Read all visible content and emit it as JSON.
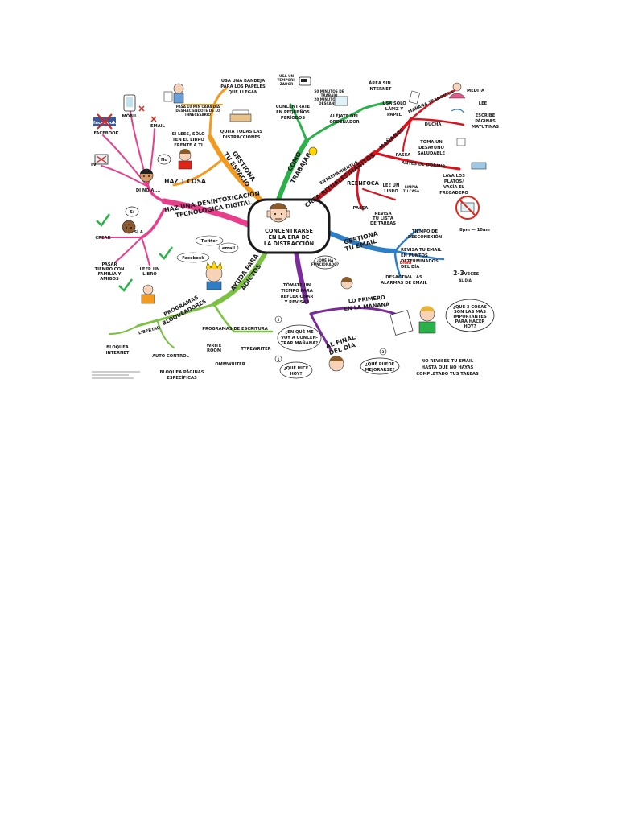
{
  "colors": {
    "pink": "#e83e8c",
    "orange": "#f39a1e",
    "green": "#2bb14a",
    "red": "#d7141e",
    "blue": "#2f7dc4",
    "purple": "#7b2a9a",
    "lime": "#7cc242",
    "check": "#2bb14a",
    "cross": "#e2231a"
  },
  "center": {
    "line1": "CONCENTRARSE",
    "line2": "EN LA ERA DE",
    "line3": "LA DISTRACCIÓN"
  },
  "pink": {
    "branch_line1": "HAZ UNA DESINTOXICACIÓN",
    "branch_line2": "TECNOLÓGICA DIGITAL",
    "no_label": "DI NO A ...",
    "no_bubble": "No",
    "facebook_logo": "facebook",
    "facebook": "FACEBOOK",
    "movil": "MÓBIL",
    "email": "EMAIL",
    "tv": "TV",
    "si_label": "DI SÍ A ...",
    "si_bubble": "Sí",
    "crear": "CREAR",
    "pasar_line1": "PASAR",
    "pasar_line2": "TIEMPO CON",
    "pasar_line3": "FAMILIA Y",
    "pasar_line4": "AMIGOS",
    "leer_line1": "LEER UN",
    "leer_line2": "LIBRO"
  },
  "orange": {
    "branch_line1": "GESTIONA",
    "branch_line2": "TU ESPACIO",
    "pasa_line1": "PASA 10 MIN CADA DÍA",
    "pasa_line2": "DESHACIÉNDOTE DE LO",
    "pasa_line3": "INNECESARIO",
    "bandeja_line1": "USA UNA BANDEJA",
    "bandeja_line2": "PARA LOS PAPELES",
    "bandeja_line3": "QUE LLEGAN",
    "quita_line1": "QUITA TODAS LAS",
    "quita_line2": "DISTRACCIONES",
    "silees_line1": "SI LEES, SÓLO",
    "silees_line2": "TEN EL LIBRO",
    "silees_line3": "FRENTE A TI",
    "haz1": "HAZ 1 COSA"
  },
  "green": {
    "branch_line1": "CÓMO",
    "branch_line2": "TRABAJAR",
    "timer_line1": "USA UN",
    "timer_line2": "TEMPORI-",
    "timer_line3": "ZADOR",
    "min_line1": "50 MINUTOS DE",
    "min_line2": "TRABAJO",
    "min_line3": "20 MINUTOS DE",
    "min_line4": "DESCANSO",
    "conc_line1": "CONCÉNTRATE",
    "conc_line2": "EN PEQUEÑOS",
    "conc_line3": "PERÍODOS",
    "area_line1": "ÁREA SIN",
    "area_line2": "INTERNET",
    "lapiz_line1": "USA SÓLO",
    "lapiz_line2": "LÁPIZ Y",
    "lapiz_line3": "PAPEL",
    "alejate_line1": "ALÉJATE DEL",
    "alejate_line2": "ORDENADOR"
  },
  "red": {
    "branch": "CREA RITUALES/HÁBITOS",
    "mananas": "MAÑANAS",
    "manana_tranquila": "MAÑANA TRANQUILA",
    "medita": "MEDITA",
    "lee": "LEE",
    "escribe_line1": "ESCRIBE",
    "escribe_line2": "PÁGINAS",
    "escribe_line3": "MATUTINAS",
    "ducha": "DUCHA",
    "pasea": "PASEA",
    "toma_line1": "TOMA UN",
    "toma_line2": "DESAYUNO",
    "toma_line3": "SALUDABLE",
    "antes": "ANTES DE DORMIR",
    "lava_line1": "LAVA LOS",
    "lava_line2": "PLATOS/",
    "lava_line3": "VACÍA EL",
    "lava_line4": "FREGADERO",
    "entrenamientos": "ENTRENAMIENTOS",
    "reenfoca": "REENFOCA",
    "leelibro_line1": "LEE UN",
    "leelibro_line2": "LIBRO",
    "limpia_line1": "LIMPIA",
    "limpia_line2": "TU CASA",
    "pasea2": "PASEA",
    "revisa_line1": "REVISA",
    "revisa_line2": "TU LISTA",
    "revisa_line3": "DE TAREAS"
  },
  "blue": {
    "branch_line1": "GESTIONA",
    "branch_line2": "TU EMAIL",
    "tiempo_line1": "TIEMPO DE",
    "tiempo_line2": "DESCONEXIÓN",
    "hours": "8pm — 10am",
    "revisa_line1": "REVISA TU EMAIL",
    "revisa_line2": "EN PUNTOS",
    "revisa_line3": "DETERMINADOS",
    "revisa_line4": "DEL DÍA",
    "veces_line1": "2-3",
    "veces_line2": "VECES",
    "veces_line3": "AL DÍA",
    "ding": "DING",
    "desactiva_line1": "DESACTIVA LAS",
    "desactiva_line2": "ALARMAS DE EMAIL"
  },
  "purple": {
    "funcionado_line1": "¿QUÉ HA",
    "funcionado_line2": "FUNCIONADO?",
    "tomate_line1": "TÓMATE UN",
    "tomate_line2": "TIEMPO PARA",
    "tomate_line3": "REFLEXIONAR",
    "tomate_line4": "Y REVISAR",
    "primero_line1": "LO PRIMERO",
    "primero_line2": "EN LA MAÑANA",
    "cosas_line1": "¿QUÉ 3 COSAS",
    "cosas_line2": "SON LAS MÁS",
    "cosas_line3": "IMPORTANTES",
    "cosas_line4": "PARA HACER",
    "cosas_line5": "HOY?",
    "norevises_line1": "NO REVISES TU EMAIL",
    "norevises_line2": "HASTA QUE NO HAYAS",
    "norevises_line3": "COMPLETADO TUS TAREAS",
    "final_line1": "AL FINAL",
    "final_line2": "DEL DÍA",
    "q1_num": "1",
    "q1_line1": "¿QUÉ HICE",
    "q1_line2": "HOY?",
    "q2_num": "2",
    "q2_line1": "¿EN QUÉ ME",
    "q2_line2": "VOY A CONCEN-",
    "q2_line3": "TRAR MAÑANA?",
    "q3_num": "3",
    "q3_line1": "¿QUÉ PUEDE",
    "q3_line2": "MEJORARSE?"
  },
  "lime": {
    "branch_line1": "AYUDA PARA",
    "branch_line2": "ADICTOS",
    "twitter": "Twitter",
    "email": "email",
    "facebook": "Facebook",
    "programas_line1": "PROGRAMAS",
    "programas_line2": "BLOQUEADORES",
    "escritura": "PROGRAMAS DE ESCRITURA",
    "writeroom_line1": "WRITE",
    "writeroom_line2": "ROOM",
    "typewriter": "TYPEWRITER",
    "ommwriter": "OMMWRITER",
    "libertad": "LIBERTAD",
    "bloquea_line1": "BLOQUEA",
    "bloquea_line2": "INTERNET",
    "autocontrol": "AUTO CONTROL",
    "paginas_line1": "BLOQUEA PÁGINAS",
    "paginas_line2": "ESPECÍFICAS"
  }
}
